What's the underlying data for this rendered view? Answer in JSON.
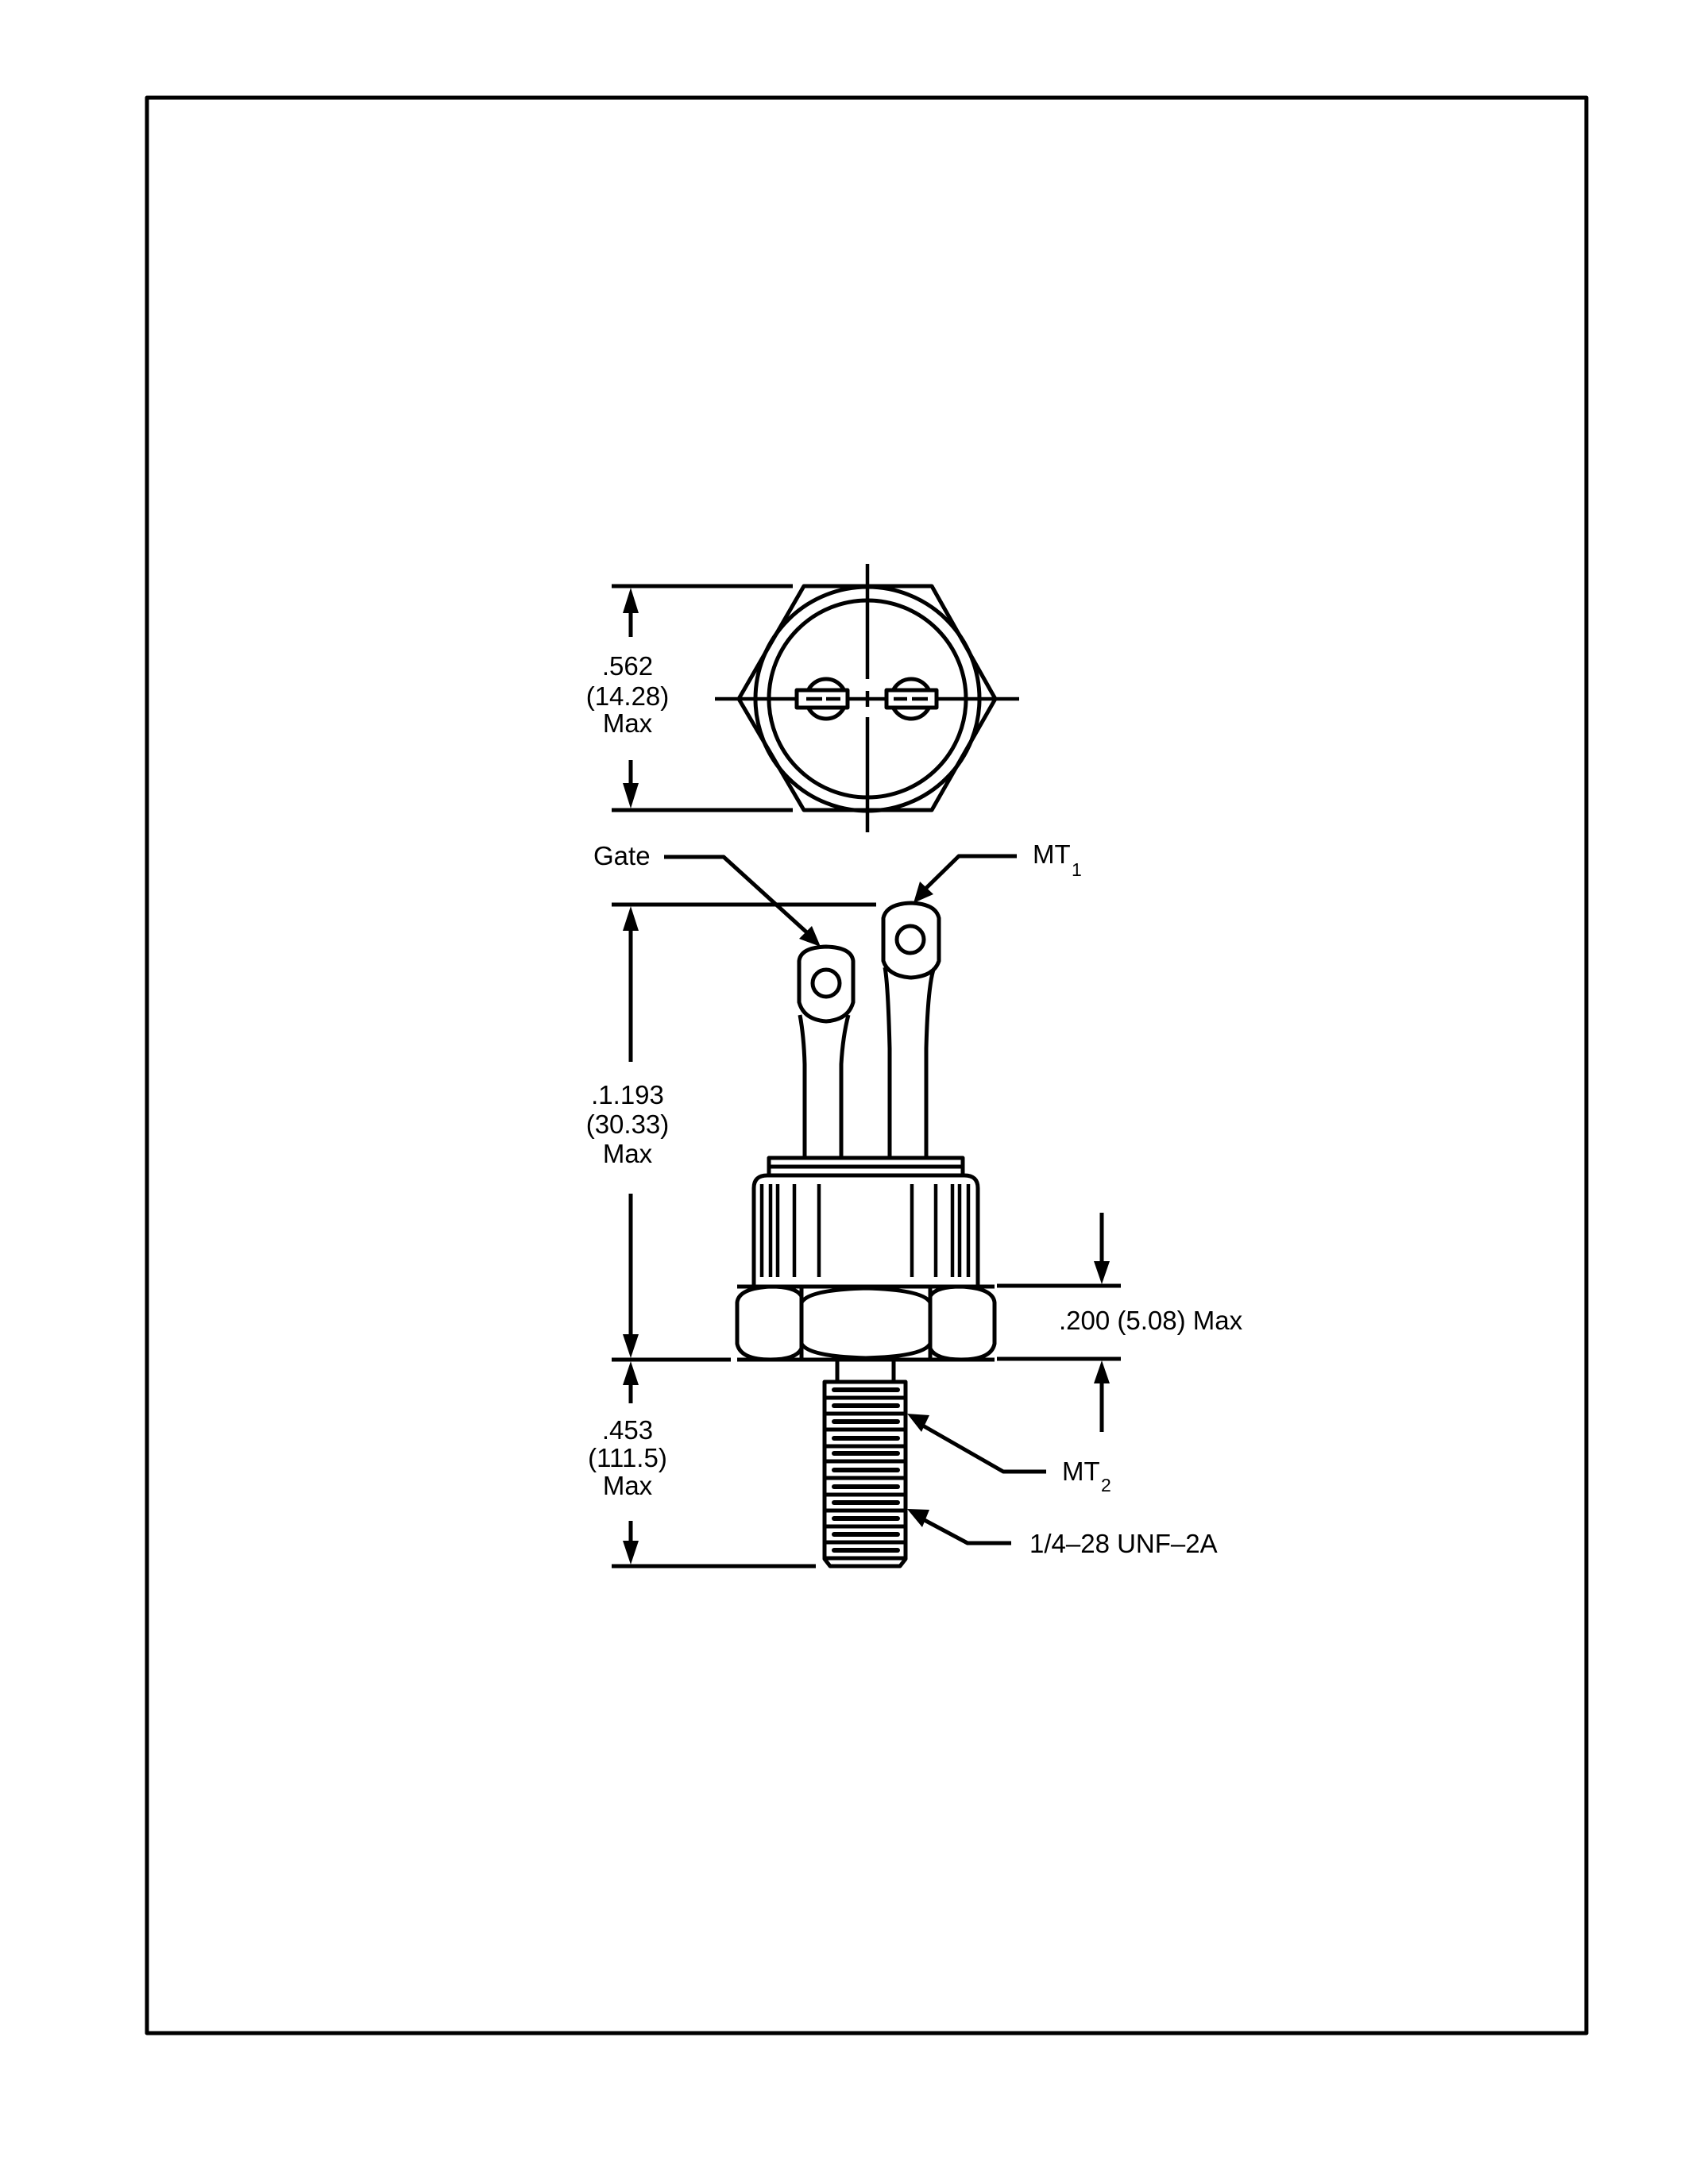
{
  "figure": {
    "type": "mechanical outline drawing",
    "subject": "Stud-mount thyristor / triac package outline",
    "views": [
      "top view (hex + terminals)",
      "side elevation"
    ]
  },
  "dimensions": {
    "hex_across_flats": {
      "inch": ".562",
      "mm": "(14.28)",
      "qualifier": "Max"
    },
    "overall_height_to_lug": {
      "inch": ".1.193",
      "mm": "(30.33)",
      "qualifier": "Max"
    },
    "stud_length": {
      "inch": ".453",
      "mm": "(111.5)",
      "qualifier": "Max"
    },
    "hex_thickness": {
      "label": ".200 (5.08) Max"
    }
  },
  "labels": {
    "gate": "Gate",
    "mt1": {
      "main": "MT",
      "sub": "1"
    },
    "mt2": {
      "main": "MT",
      "sub": "2"
    },
    "thread": "1/4–28 UNF–2A"
  },
  "colors": {
    "line": "#000000",
    "background": "#ffffff"
  }
}
